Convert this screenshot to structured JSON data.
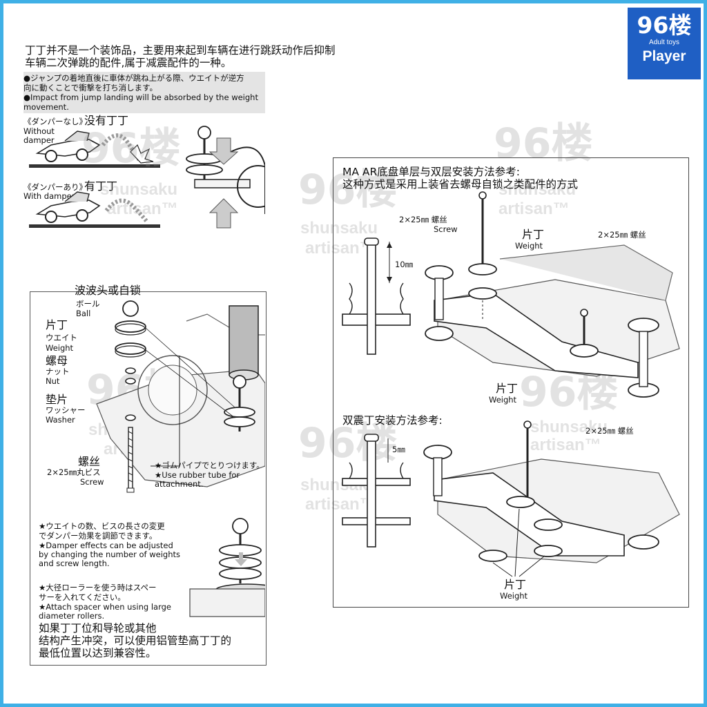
{
  "logo": {
    "number": "96楼",
    "tagline": "Adult toys",
    "name": "Player"
  },
  "intro": {
    "line1": "丁丁并不是一个装饰品，主要用来起到车辆在进行跳跃动作后抑制",
    "line2": "车辆二次弹跳的配件,属于减震配件的一种。",
    "jp_line1": "●ジャンプの着地直後に車体が跳ね上がる際、ウエイトが逆方",
    "jp_line2": "向に動くことで衝撃を打ち消します。",
    "en_line1": "●Impact from jump landing will be absorbed by the weight",
    "en_line2": "movement.",
    "without_jp": "《ダンパーなし》",
    "without_cn": "没有丁丁",
    "without_en1": "Without",
    "without_en2": "damper",
    "with_jp": "《ダンパーあり》",
    "with_cn": "有丁丁",
    "with_en": "With damper"
  },
  "watermark": {
    "big": "96楼",
    "line1": "shunsaku",
    "line2": "artisan™"
  },
  "left_diagram": {
    "ball_cn": "波波头或自锁",
    "ball_jp": "ボール",
    "ball_en": "Ball",
    "weight_cn": "片丁",
    "weight_jp": "ウエイト",
    "weight_en": "Weight",
    "nut_cn": "螺母",
    "nut_jp": "ナット",
    "nut_en": "Nut",
    "washer_cn": "垫片",
    "washer_jp": "ワッシャー",
    "washer_en": "Washer",
    "screw_cn": "螺丝",
    "screw_jp": "2×25㎜丸ビス",
    "screw_en": "Screw",
    "tube_jp": "★ゴムパイプでとりつけます。",
    "tube_en1": "★Use rubber tube for",
    "tube_en2": "attachment.",
    "adj_jp1": "★ウエイトの数、ビスの長さの変更",
    "adj_jp2": "でダンパー効果を調節できます。",
    "adj_en1": "★Damper effects can be adjusted",
    "adj_en2": "by changing the number of weights",
    "adj_en3": "and screw length.",
    "spacer_jp1": "★大径ローラーを使う時はスペー",
    "spacer_jp2": "サーを入れてください。",
    "spacer_en1": "★Attach spacer when using large",
    "spacer_en2": "diameter rollers.",
    "tip_cn1": "如果丁丁位和导轮或其他",
    "tip_cn2": "结构产生冲突，可以使用铝管垫高丁丁的",
    "tip_cn3": "最低位置以达到兼容性。"
  },
  "right_diagram": {
    "title1": "MA AR底盘单层与双层安装方法参考:",
    "title2": "这种方式是采用上装省去螺母自锁之类配件的方式",
    "screw_label": "2×25㎜ 螺丝",
    "screw_en": "Screw",
    "len_top": "10㎜",
    "weight_cn": "片丁",
    "weight_en": "Weight",
    "screw_label_right": "2×25㎜ 螺丝",
    "weight_cn_low": "片丁",
    "weight_en_low": "Weight",
    "section2_title": "双震丁安装方法参考:",
    "screw_label2": "2×25㎜ 螺丝",
    "len_bottom": "5㎜",
    "weight_cn_b": "片丁",
    "weight_en_b": "Weight"
  }
}
